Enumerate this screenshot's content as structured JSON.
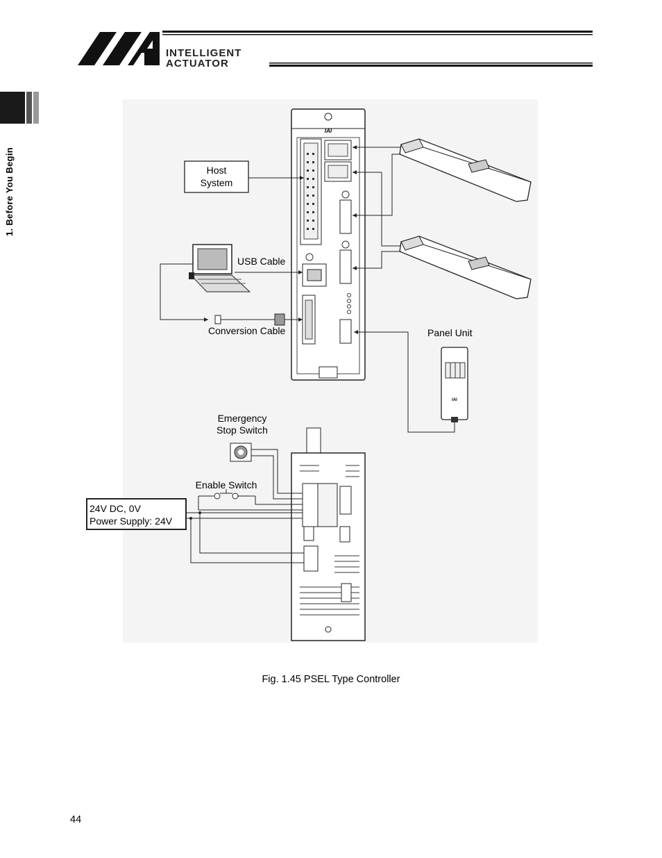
{
  "header": {
    "logo_mark": "IAI",
    "logo_line1": "INTELLIGENT",
    "logo_line2": "ACTUATOR"
  },
  "sidebar": {
    "section_title": "1. Before You Begin"
  },
  "figure": {
    "labels": {
      "host_system_line1": "Host",
      "host_system_line2": "System",
      "usb_cable": "USB Cable",
      "conversion_cable": "Conversion Cable",
      "panel_unit": "Panel Unit",
      "emergency_line1": "Emergency",
      "emergency_line2": "Stop Switch",
      "enable_switch": "Enable Switch",
      "power_line1": "24V DC, 0V",
      "power_line2": "Power Supply: 24V"
    },
    "controller_brand": "IAI",
    "panel_brand": "IAI"
  },
  "caption": "Fig. 1.45 PSEL Type Controller",
  "page_number": "44"
}
